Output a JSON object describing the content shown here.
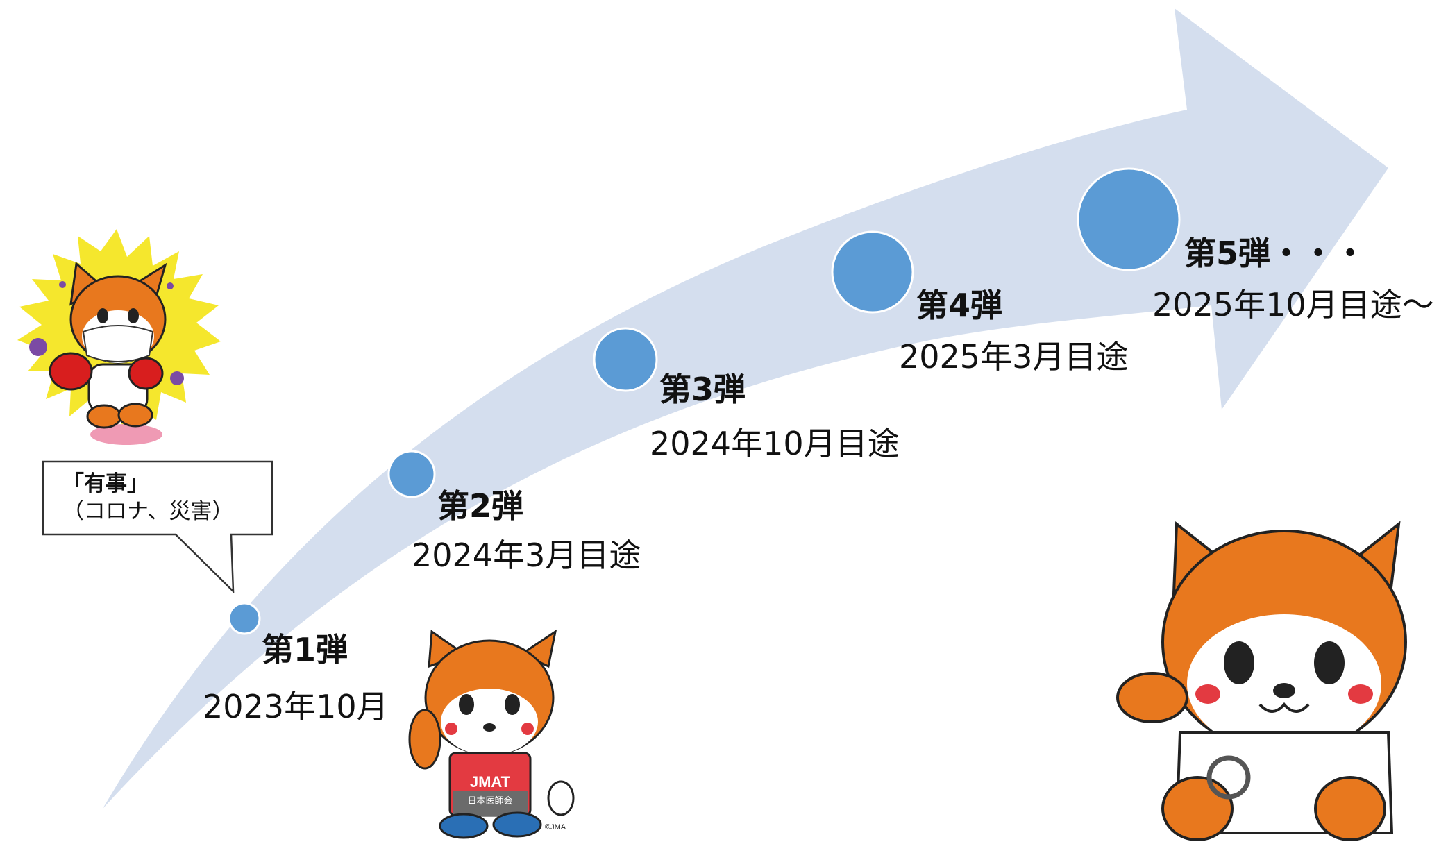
{
  "colors": {
    "arrow_fill": "#d4deee",
    "milestone_dot": "#5b9bd5",
    "mascot_orange": "#e8781e",
    "jmat_red": "#e33a41",
    "burst_yellow": "#f5e72d"
  },
  "milestones": [
    {
      "title": "第1弾",
      "date": "2023年10月"
    },
    {
      "title": "第2弾",
      "date": "2024年3月目途"
    },
    {
      "title": "第3弾",
      "date": "2024年10月目途"
    },
    {
      "title": "第4弾",
      "date": "2025年3月目途"
    },
    {
      "title": "第5弾・・・",
      "date": "2025年10月目途～"
    }
  ],
  "callout": {
    "line1": "「有事」",
    "line2": "（コロナ、災害）"
  },
  "mascots": [
    {
      "name": "boxing-mascot-icon",
      "description_label": ""
    },
    {
      "name": "jmat-mascot-icon",
      "badge_title": "JMAT",
      "badge_subtitle": "日本医師会",
      "credit": "©JMA"
    },
    {
      "name": "doctor-mascot-icon"
    }
  ]
}
